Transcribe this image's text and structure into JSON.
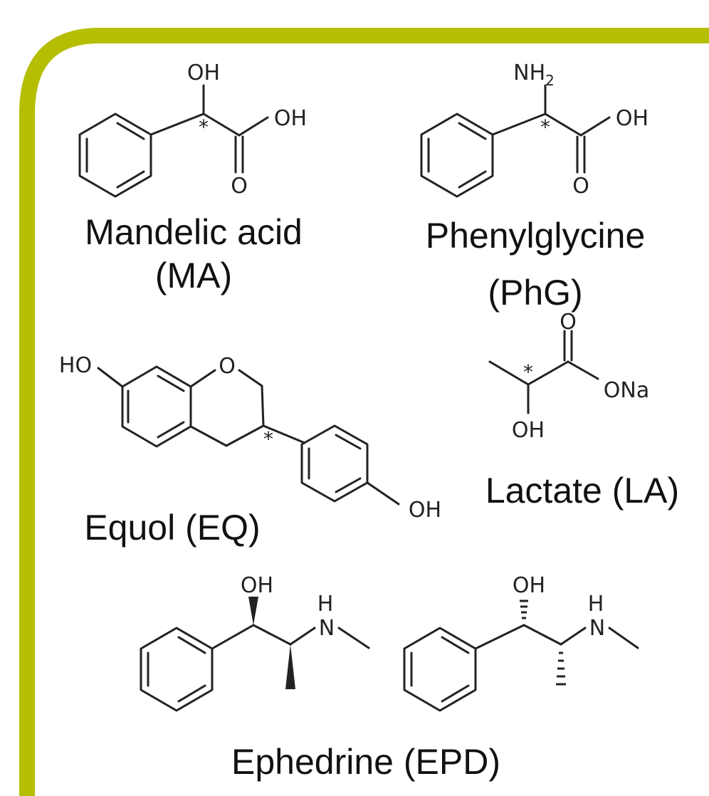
{
  "colors": {
    "frame": "#b5be00",
    "ink": "#222222",
    "background": "#ffffff"
  },
  "stereo_marker": "*",
  "molecules": {
    "mandelic_acid": {
      "name": "Mandelic acid",
      "abbr": "(MA)",
      "atoms": {
        "oh_top": "OH",
        "oh_right": "OH",
        "o_carbonyl": "O"
      }
    },
    "phenylglycine": {
      "name": "Phenylglycine",
      "abbr": "(PhG)",
      "atoms": {
        "nh2": "NH",
        "nh2_sub": "2",
        "oh_right": "OH",
        "o_carbonyl": "O"
      }
    },
    "equol": {
      "label": "Equol (EQ)",
      "atoms": {
        "ho": "HO",
        "o_ring": "O",
        "oh": "OH"
      }
    },
    "lactate": {
      "label": "Lactate (LA)",
      "atoms": {
        "o_carbonyl": "O",
        "ona": "ONa",
        "oh": "OH"
      }
    },
    "ephedrine": {
      "label": "Ephedrine (EPD)",
      "atoms": {
        "oh_1": "OH",
        "h_1": "H",
        "n_1": "N",
        "oh_2": "OH",
        "h_2": "H",
        "n_2": "N"
      }
    }
  }
}
